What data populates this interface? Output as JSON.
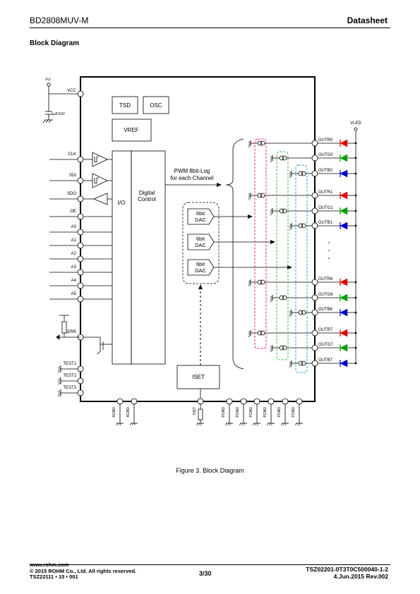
{
  "header": {
    "part_number": "BD2808MUV-M",
    "doc_type": "Datasheet"
  },
  "section_title": "Block Diagram",
  "diagram": {
    "vcc_supply": "Vcc",
    "vcc_pin": "VCC",
    "vcc_capacitor": "1μF/10V",
    "blocks": {
      "tsd": "TSD",
      "osc": "OSC",
      "vref": "VREF",
      "io": "I/O",
      "control_line1": "Digital",
      "control_line2": "Control",
      "iset": "ISET"
    },
    "dac_line1": "6bit",
    "dac_line2": "DAC",
    "pwm_line1": "PWM 8bit-Log",
    "pwm_line2": "for each Channel",
    "left_pins": [
      "CLK",
      "SDI",
      "SDO",
      "OE",
      "A0",
      "A1",
      "A2",
      "A3",
      "A4",
      "A5",
      "XERR",
      "TEST1",
      "TEST2",
      "TEST3"
    ],
    "bottom_pins": [
      "AGND",
      "AGND",
      "ISET",
      "PGND",
      "PGND",
      "PGND",
      "PGND",
      "PGND",
      "PGND"
    ],
    "vled": "VLED",
    "outputs": [
      "OUTR0",
      "OUTG0",
      "OUTB0",
      "OUTR1",
      "OUTG1",
      "OUTB1",
      "OUTR6",
      "OUTG6",
      "OUTB6",
      "OUTR7",
      "OUTG7",
      "OUTB7"
    ],
    "colors": {
      "red": "#dd0000",
      "green": "#00a000",
      "blue": "#0000cc",
      "pink_group": "#ff1493",
      "green_group": "#33bb33",
      "blue_group": "#2299dd"
    }
  },
  "caption": "Figure 3. Block Diagram",
  "footer": {
    "website": "www.rohm.com",
    "copyright": "© 2015 ROHM Co., Ltd. All rights reserved.",
    "code_left": "TSZ22111 • 15 • 001",
    "page": "3/30",
    "doc_number": "TSZ02201-0T3T0C500040-1-2",
    "date": "4.Jun.2015 Rev.002"
  }
}
